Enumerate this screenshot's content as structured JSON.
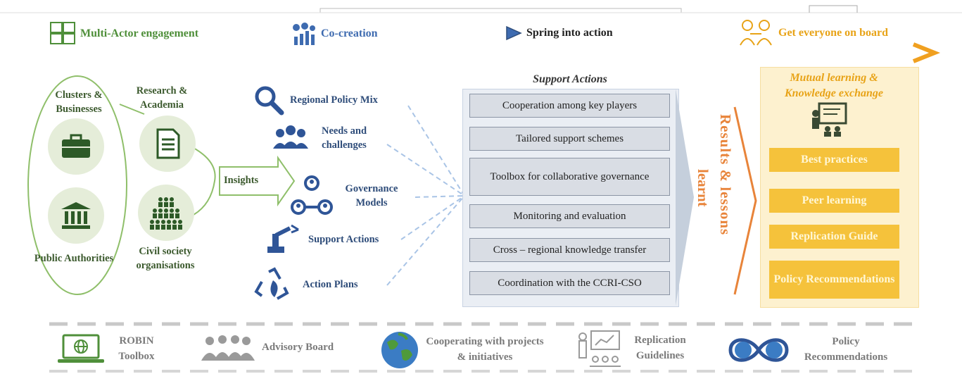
{
  "header": {
    "items": [
      {
        "label": "Multi-Actor engagement",
        "icon": "puzzle-people-icon",
        "color": "#4f8f3a"
      },
      {
        "label": "Co-creation",
        "icon": "co-creation-icon",
        "color": "#3e6bb0"
      },
      {
        "label": "Spring into action",
        "icon": "play-arrow-icon",
        "color": "#222222"
      },
      {
        "label": "Get everyone on board",
        "icon": "people-exchange-icon",
        "color": "#e8a317"
      }
    ]
  },
  "actors": {
    "clusters": "Clusters & Businesses",
    "research": "Research & Academia",
    "public": "Public Authorities",
    "civil": "Civil society organisations",
    "insights": "Insights"
  },
  "tools": [
    {
      "label": "Regional Policy Mix",
      "icon": "magnifier-icon"
    },
    {
      "label": "Needs and challenges",
      "icon": "group-people-icon"
    },
    {
      "label": "Governance Models",
      "icon": "network-people-icon"
    },
    {
      "label": "Support Actions",
      "icon": "robot-arm-icon"
    },
    {
      "label": "Action Plans",
      "icon": "recycle-icon"
    }
  ],
  "support": {
    "title": "Support Actions",
    "items": [
      "Cooperation among key players",
      "Tailored support schemes",
      "Toolbox for collaborative governance",
      "Monitoring and evaluation",
      "Cross – regional knowledge transfer",
      "Coordination with the CCRI-CSO"
    ]
  },
  "results": {
    "line1": "Results & lessons",
    "line2": "learnt"
  },
  "mutual": {
    "title": "Mutual learning & Knowledge exchange",
    "items": [
      "Best practices",
      "Peer learning",
      "Replication Guide",
      "Policy Recommendations"
    ]
  },
  "footer": {
    "items": [
      {
        "label": "ROBIN Toolbox",
        "icon": "laptop-globe-icon"
      },
      {
        "label": "Advisory Board",
        "icon": "board-people-icon"
      },
      {
        "label": "Cooperating with projects & initiatives",
        "icon": "earth-icon"
      },
      {
        "label": "Replication Guidelines",
        "icon": "presentation-icon"
      },
      {
        "label": "Policy Recommendations",
        "icon": "globe-infinity-icon"
      }
    ]
  },
  "colors": {
    "green": "#4f8f3a",
    "blue": "#2f4d7a",
    "orange": "#e8843a",
    "yellow": "#f5c23b",
    "gray": "#7a7a7a"
  }
}
